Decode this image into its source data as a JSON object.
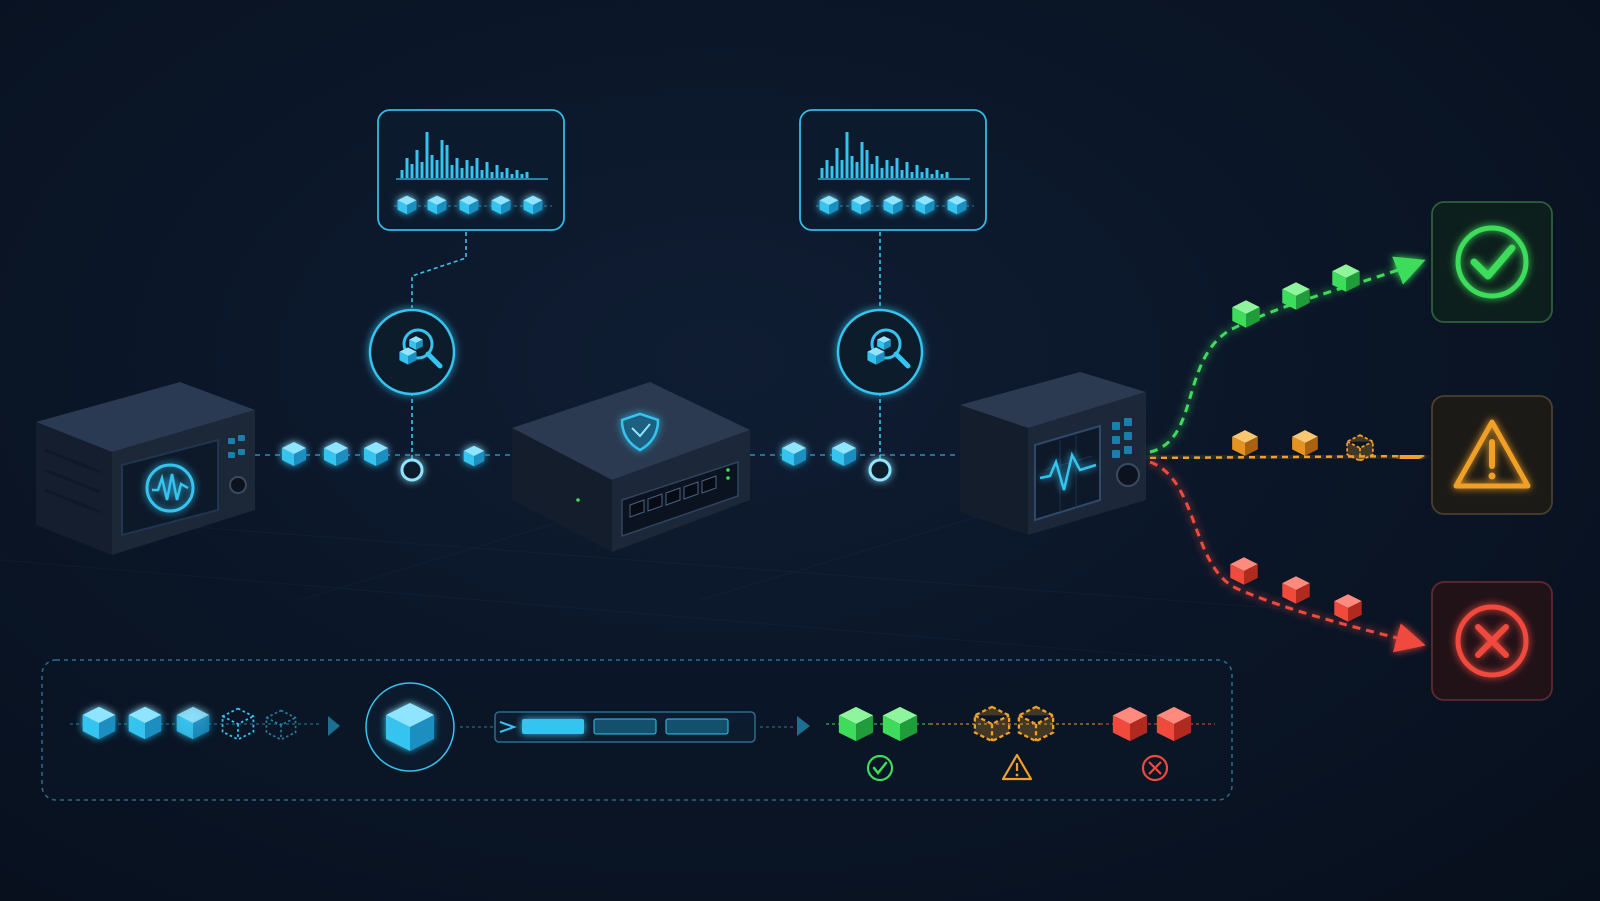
{
  "colors": {
    "background": "#0a1526",
    "accent": "#35c3f0",
    "accent_dim": "#1d6f92",
    "device_body": "#1e2a3b",
    "ok": "#3ddc5a",
    "warn": "#f0a028",
    "error": "#f04a3c"
  },
  "icons": {
    "source_device": "waveform-icon",
    "firewall": "shield-icon",
    "analyzer": "oscilloscope-icon",
    "inspection": "magnifier-cube-icon",
    "outcome_ok": "checkmark-icon",
    "outcome_warn": "warning-triangle-icon",
    "outcome_error": "x-circle-icon"
  },
  "pipeline": {
    "stages": [
      "source-device",
      "inspection-point",
      "firewall-switch",
      "inspection-point",
      "analyzer-device"
    ],
    "outcomes": [
      "ok",
      "warn",
      "error"
    ]
  }
}
